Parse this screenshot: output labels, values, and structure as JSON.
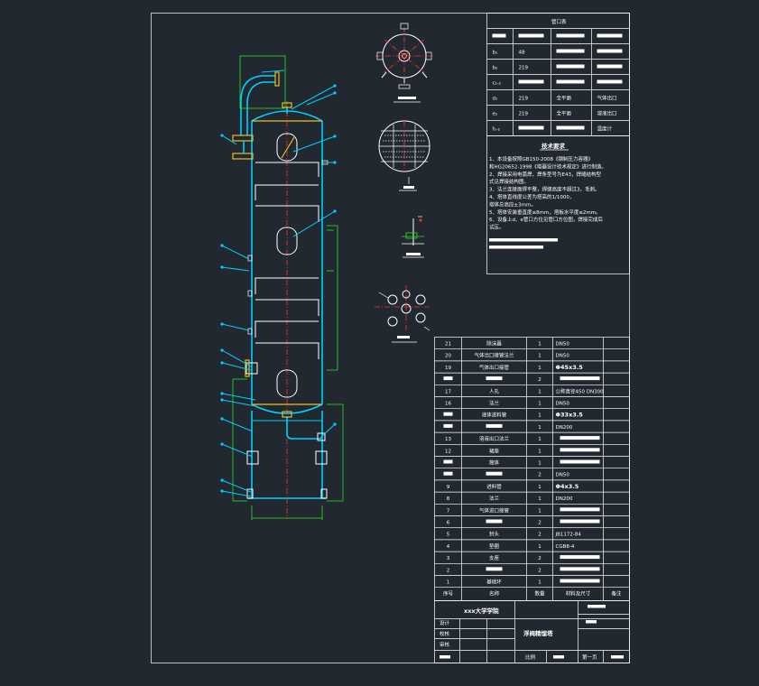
{
  "nozzle_table": {
    "title": "管口表",
    "rows": [
      {
        "code": "",
        "size": "",
        "std": "",
        "use": ""
      },
      {
        "code": "b₁",
        "size": "48",
        "std": "",
        "use": ""
      },
      {
        "code": "b₂",
        "size": "219",
        "std": "",
        "use": ""
      },
      {
        "code": "c₁-₂",
        "size": "",
        "std": "",
        "use": ""
      },
      {
        "code": "d₁",
        "size": "219",
        "std": "全平面",
        "use": "气体出口"
      },
      {
        "code": "e₁",
        "size": "219",
        "std": "全平面",
        "use": "溶液出口"
      },
      {
        "code": "f₁-₂",
        "size": "",
        "std": "",
        "use": "温度计"
      }
    ]
  },
  "tech_req": {
    "title": "技术要求",
    "lines": [
      "1、本设备按照GB150-2008《钢制压力容器》",
      "和HG20652-1998《塔器设计技术规定》进行制造。",
      "2、焊接采用电弧焊，焊条型号为E43，焊缝结构型",
      "式见焊接结构图。",
      "3、法兰连接面焊平整，焊缝高度不超过3，毛刺。",
      "4、塔体直线度公差为塔高的1/1000，",
      "塔体总高应±3mm。",
      "5、塔体安装垂直度≤8mm，塔板水平度≤2mm。",
      "6、设备上d、e管口方位见管口方位图，焊接完成后",
      "试压。"
    ]
  },
  "parts_list": {
    "rows": [
      {
        "no": "21",
        "name": "除沫器",
        "qty": "1",
        "spec": "DN50",
        "note": ""
      },
      {
        "no": "20",
        "name": "气体出口接管法兰",
        "qty": "1",
        "spec": "DN50",
        "note": ""
      },
      {
        "no": "19",
        "name": "气体出口接管",
        "qty": "1",
        "spec": "Φ45x3.5",
        "note": ""
      },
      {
        "no": "",
        "name": "",
        "qty": "2",
        "spec": "",
        "note": ""
      },
      {
        "no": "17",
        "name": "人孔",
        "qty": "1",
        "spec": "公称直径450 DN300",
        "note": ""
      },
      {
        "no": "16",
        "name": "法兰",
        "qty": "1",
        "spec": "DN50",
        "note": ""
      },
      {
        "no": "",
        "name": "液体进料管",
        "qty": "1",
        "spec": "Φ33x3.5",
        "note": ""
      },
      {
        "no": "",
        "name": "",
        "qty": "1",
        "spec": "DN200",
        "note": ""
      },
      {
        "no": "13",
        "name": "溶液出口法兰",
        "qty": "1",
        "spec": "",
        "note": ""
      },
      {
        "no": "12",
        "name": "裙座",
        "qty": "1",
        "spec": "",
        "note": ""
      },
      {
        "no": "",
        "name": "筒体",
        "qty": "1",
        "spec": "",
        "note": ""
      },
      {
        "no": "",
        "name": "",
        "qty": "2",
        "spec": "DN50",
        "note": ""
      },
      {
        "no": "9",
        "name": "进料管",
        "qty": "1",
        "spec": "Φ4x3.5",
        "note": ""
      },
      {
        "no": "8",
        "name": "法兰",
        "qty": "1",
        "spec": "DN200",
        "note": ""
      },
      {
        "no": "7",
        "name": "气体进口接管",
        "qty": "1",
        "spec": "",
        "note": ""
      },
      {
        "no": "6",
        "name": "",
        "qty": "2",
        "spec": "",
        "note": ""
      },
      {
        "no": "5",
        "name": "封头",
        "qty": "2",
        "spec": "JB1172-84",
        "note": ""
      },
      {
        "no": "4",
        "name": "垫圈",
        "qty": "1",
        "spec": "CGB8-4",
        "note": ""
      },
      {
        "no": "3",
        "name": "支座",
        "qty": "2",
        "spec": "",
        "note": ""
      },
      {
        "no": "2",
        "name": "",
        "qty": "2",
        "spec": "",
        "note": ""
      },
      {
        "no": "1",
        "name": "基础环",
        "qty": "1",
        "spec": "",
        "note": ""
      }
    ],
    "header": {
      "no": "序号",
      "name": "名称",
      "qty": "数量",
      "spec": "材料及尺寸",
      "note": "备注"
    }
  },
  "title_block": {
    "school": "xxx大学学院",
    "drawing_name": "浮阀精馏塔",
    "roles": [
      "设计",
      "校核",
      "审核"
    ],
    "scale_label": "比例",
    "sheet": "第一页"
  },
  "colors": {
    "background": "#212830",
    "vessel": "#00d0ff",
    "dimension": "#28e028",
    "centerline": "#ff3030",
    "lines": "#ffffff"
  }
}
